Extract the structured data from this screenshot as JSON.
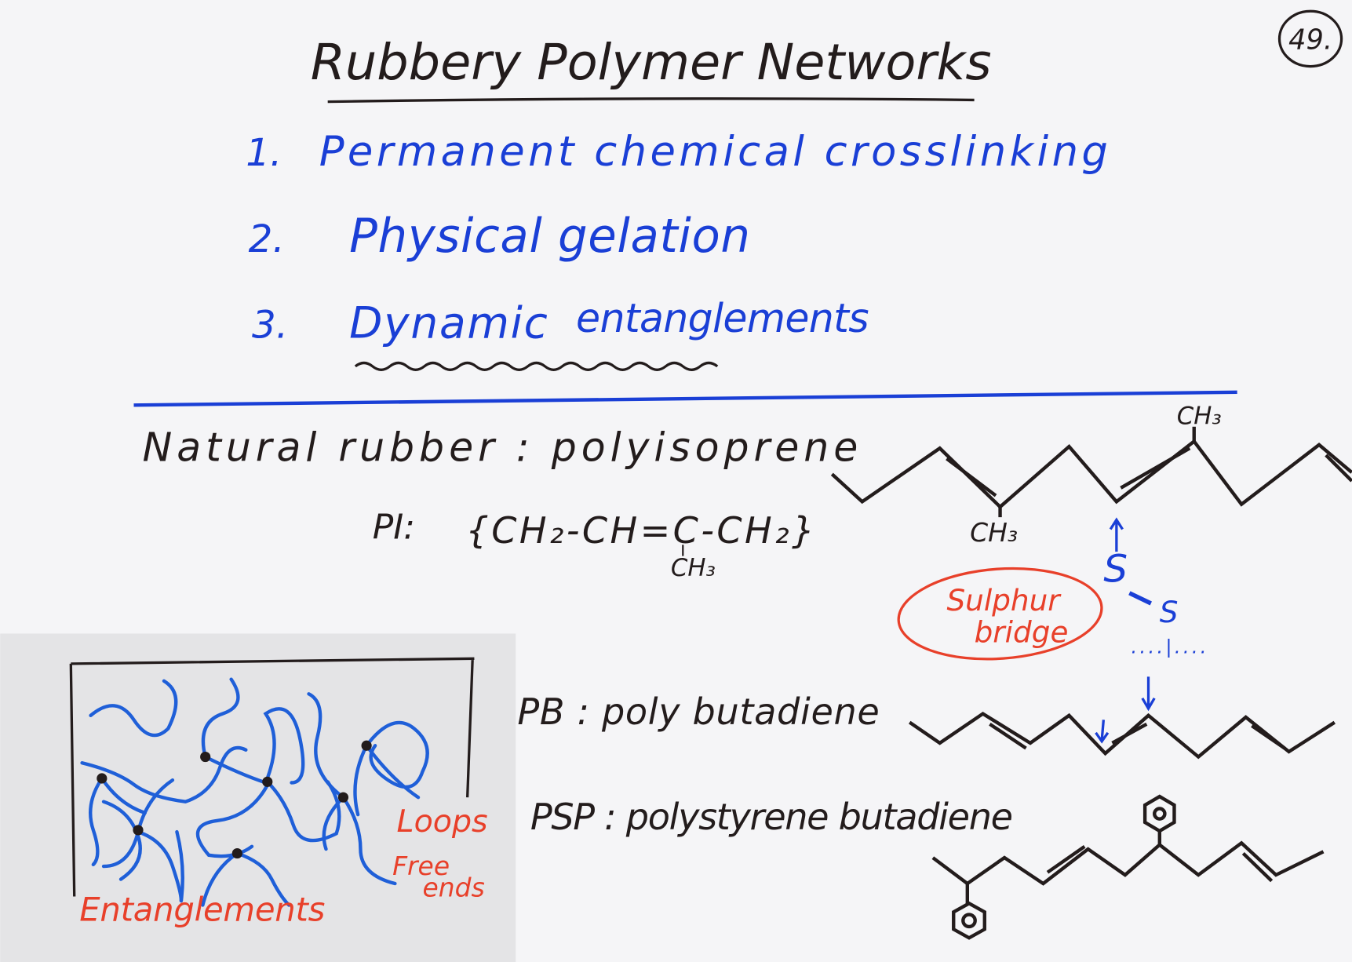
{
  "page_number": "49.",
  "title": "Rubbery Polymer Networks",
  "list": [
    {
      "num": "1.",
      "text": "Permanent chemical crosslinking"
    },
    {
      "num": "2.",
      "text": "Physical gelation"
    },
    {
      "num": "3.",
      "text_em": "Dynamic",
      "text": "entanglements"
    }
  ],
  "natural_rubber": {
    "heading": "Natural rubber : polyisoprene",
    "formula_label": "PI:",
    "formula": "{CH₂-CH=C-CH₂}",
    "formula_sub": "CH₃",
    "chain_ch3_top": "CH₃",
    "chain_ch3_bottom": "CH₃"
  },
  "sulphur": {
    "s1": "S",
    "s2": "S",
    "dots": "....|....",
    "label_line1": "Sulphur",
    "label_line2": "bridge"
  },
  "pb": {
    "label": "PB : poly butadiene"
  },
  "psp": {
    "label": "PSP : polystyrene butadiene"
  },
  "network_sketch": {
    "loops": "Loops",
    "free_ends_line1": "Free",
    "free_ends_line2": "ends",
    "entanglements": "Entanglements"
  },
  "colors": {
    "ink": "#231c1c",
    "blue": "#1a3fd6",
    "red": "#e8402a",
    "inset_bg": "#e4e4e6"
  }
}
